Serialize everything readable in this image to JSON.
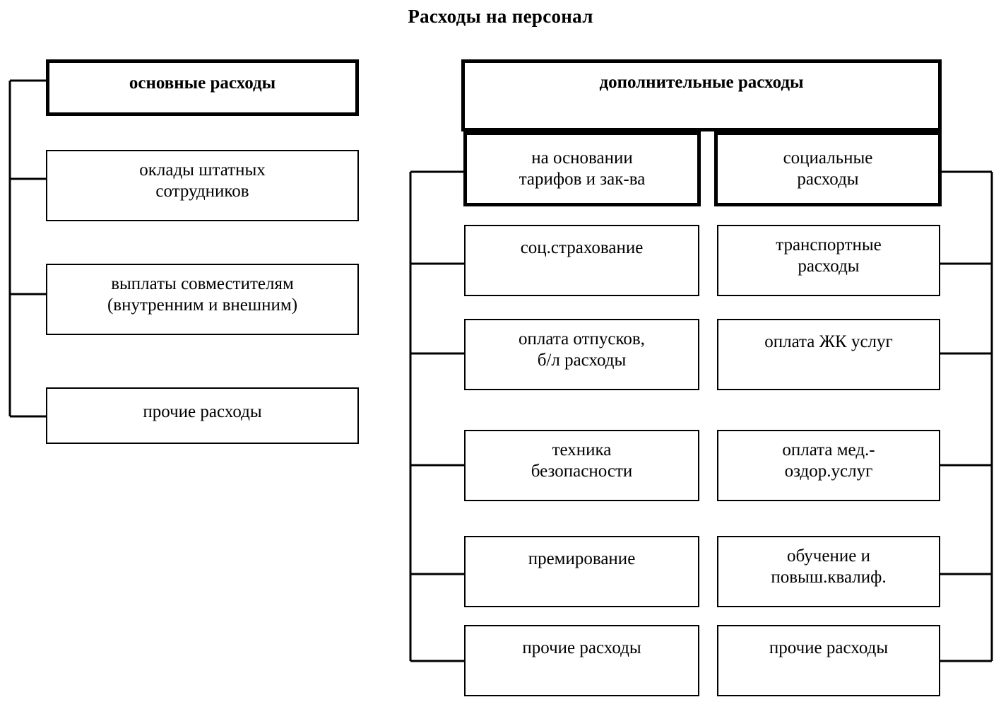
{
  "title": "Расходы на персонал",
  "columns": {
    "left": {
      "header": {
        "label": "основные расходы"
      },
      "items": [
        {
          "label": "оклады штатных\nсотрудников"
        },
        {
          "label": "выплаты совместителям\n(внутренним и внешним)"
        },
        {
          "label": "прочие расходы"
        }
      ]
    },
    "right_group": {
      "header": {
        "label": "дополнительные расходы"
      },
      "sub_headers": [
        {
          "label": "на основании\nтарифов и зак-ва"
        },
        {
          "label": "социальные\nрасходы"
        }
      ],
      "middle_items": [
        {
          "label": "соц.страхование"
        },
        {
          "label": "оплата отпусков,\nб/л расходы"
        },
        {
          "label": "техника\nбезопасности"
        },
        {
          "label": "премирование"
        },
        {
          "label": "прочие расходы"
        }
      ],
      "right_items": [
        {
          "label": "транспортные\nрасходы"
        },
        {
          "label": "оплата ЖК услуг"
        },
        {
          "label": "оплата мед.-\nоздор.услуг"
        },
        {
          "label": "обучение и\nповыш.квалиф."
        },
        {
          "label": "прочие расходы"
        }
      ]
    }
  },
  "colors": {
    "stroke": "#000000",
    "background": "#ffffff",
    "text": "#000000"
  }
}
